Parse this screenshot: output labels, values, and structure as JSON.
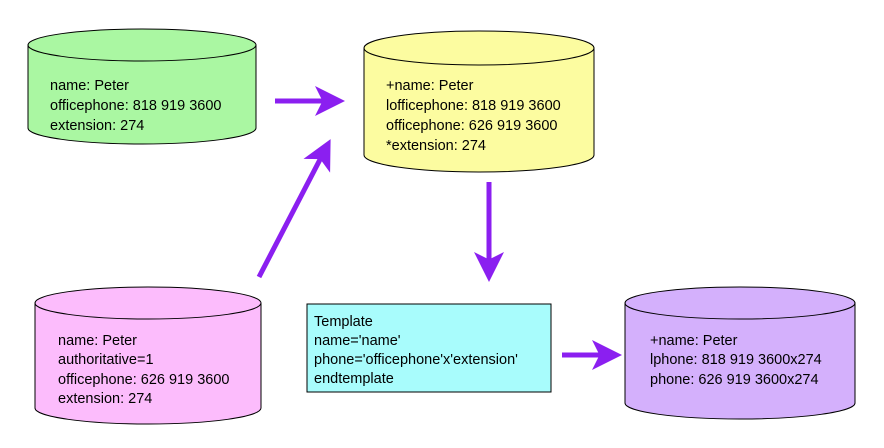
{
  "colors": {
    "green": "#aaf7a2",
    "yellow": "#fcfca0",
    "pink": "#fcbcfc",
    "purple": "#d4b0fc",
    "cyan": "#a8fcfc",
    "arrow": "#8b1ff0"
  },
  "source_green": {
    "lines": [
      "name: Peter",
      "officephone: 818 919 3600",
      "extension: 274"
    ]
  },
  "merged_yellow": {
    "lines": [
      "+name: Peter",
      "lofficephone: 818 919 3600",
      "officephone: 626 919 3600",
      "*extension: 274"
    ]
  },
  "source_pink": {
    "lines": [
      "name: Peter",
      "authoritative=1",
      "officephone: 626 919 3600",
      "extension: 274"
    ]
  },
  "template_box": {
    "lines": [
      "Template",
      "name='name'",
      "phone='officephone'x'extension'",
      "endtemplate"
    ]
  },
  "output_purple": {
    "lines": [
      "+name: Peter",
      "lphone: 818 919 3600x274",
      "phone: 626 919 3600x274"
    ]
  }
}
